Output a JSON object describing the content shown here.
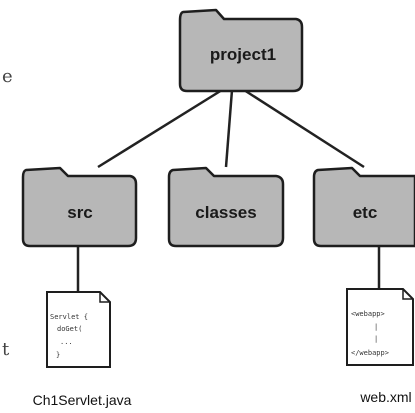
{
  "folders": {
    "root": "project1",
    "src": "src",
    "classes": "classes",
    "etc": "etc"
  },
  "files": {
    "java": {
      "name": "Ch1Servlet.java",
      "code": [
        "Servlet {",
        "doGet(",
        "...",
        "}"
      ]
    },
    "xml": {
      "name": "web.xml",
      "code": [
        "<webapp>",
        "|",
        "|",
        "</webapp>"
      ]
    }
  },
  "margin_text": [
    "e",
    "t"
  ],
  "colors": {
    "folder_fill": "#b7b7b7",
    "folder_stroke": "#1e1e1e",
    "line": "#222222"
  }
}
